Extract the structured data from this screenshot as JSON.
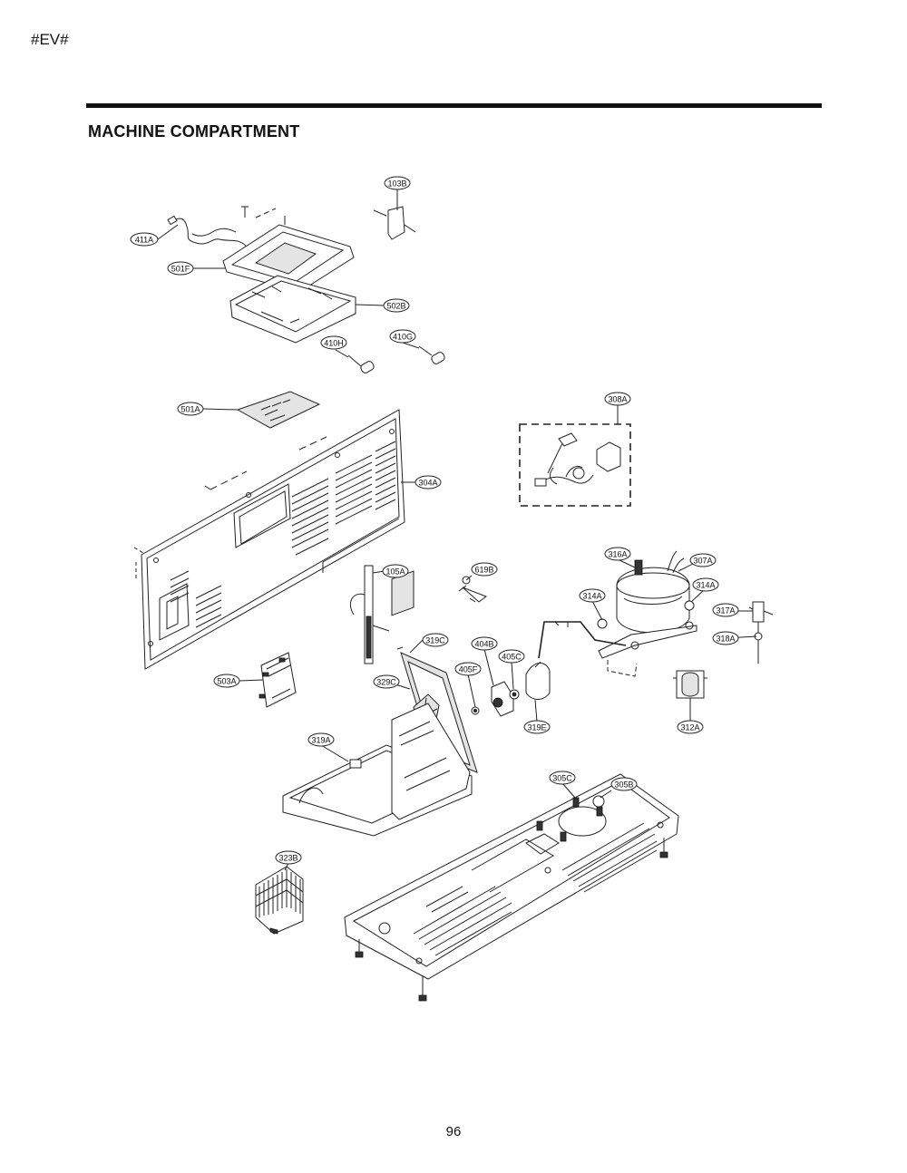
{
  "header": {
    "corner_mark": "#EV#",
    "title": "MACHINE COMPARTMENT"
  },
  "footer": {
    "page_number": "96"
  },
  "callouts": [
    {
      "id": "103B",
      "label": "103B"
    },
    {
      "id": "411A",
      "label": "411A"
    },
    {
      "id": "501F",
      "label": "501F"
    },
    {
      "id": "502B",
      "label": "502B"
    },
    {
      "id": "410H",
      "label": "410H"
    },
    {
      "id": "410G",
      "label": "410G"
    },
    {
      "id": "501A",
      "label": "501A"
    },
    {
      "id": "308A",
      "label": "308A"
    },
    {
      "id": "304A",
      "label": "304A"
    },
    {
      "id": "316A",
      "label": "316A"
    },
    {
      "id": "307A",
      "label": "307A"
    },
    {
      "id": "105A",
      "label": "105A"
    },
    {
      "id": "619B",
      "label": "619B"
    },
    {
      "id": "314A-1",
      "label": "314A"
    },
    {
      "id": "314A-2",
      "label": "314A"
    },
    {
      "id": "317A",
      "label": "317A"
    },
    {
      "id": "318A",
      "label": "318A"
    },
    {
      "id": "319C",
      "label": "319C"
    },
    {
      "id": "404B",
      "label": "404B"
    },
    {
      "id": "405C",
      "label": "405C"
    },
    {
      "id": "405F",
      "label": "405F"
    },
    {
      "id": "503A",
      "label": "503A"
    },
    {
      "id": "329C",
      "label": "329C"
    },
    {
      "id": "319E",
      "label": "319E"
    },
    {
      "id": "312A",
      "label": "312A"
    },
    {
      "id": "319A",
      "label": "319A"
    },
    {
      "id": "305C",
      "label": "305C"
    },
    {
      "id": "305B",
      "label": "305B"
    },
    {
      "id": "323B",
      "label": "323B"
    }
  ]
}
